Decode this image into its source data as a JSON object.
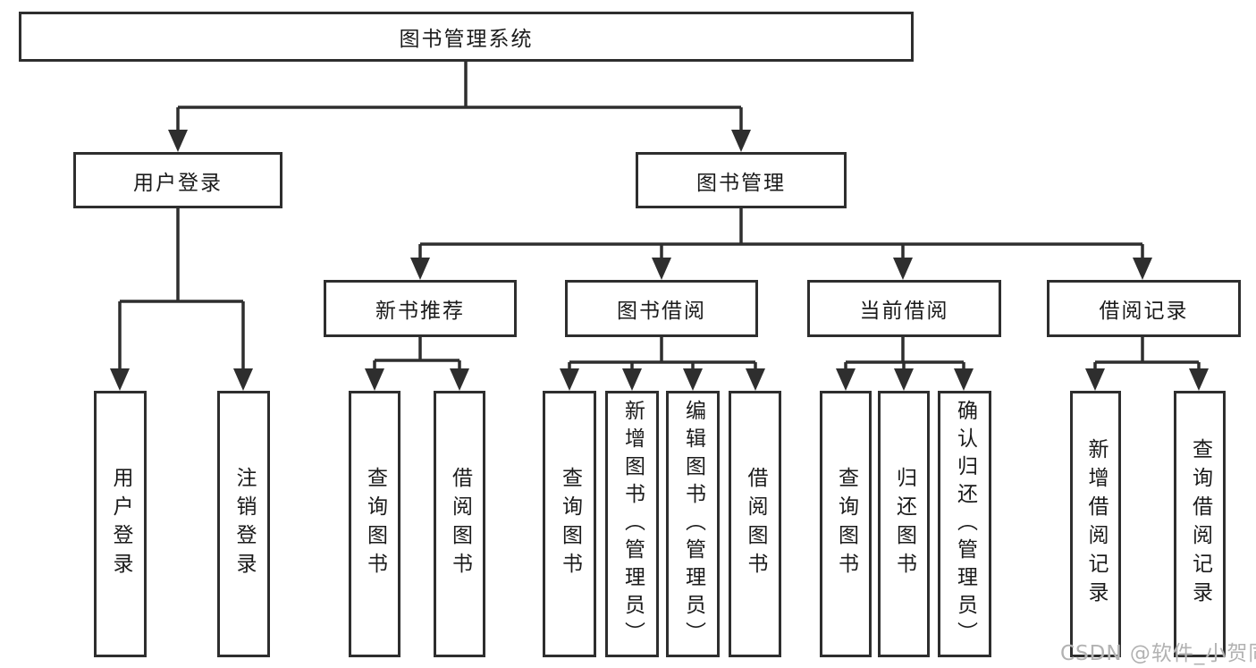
{
  "tree": {
    "label": "图书管理系统",
    "children": [
      {
        "label": "用户登录",
        "children": [
          {
            "label": "用户登录"
          },
          {
            "label": "注销登录"
          }
        ]
      },
      {
        "label": "图书管理",
        "children": [
          {
            "label": "新书推荐",
            "children": [
              {
                "label": "查询图书"
              },
              {
                "label": "借阅图书"
              }
            ]
          },
          {
            "label": "图书借阅",
            "children": [
              {
                "label": "查询图书"
              },
              {
                "label": "新增图书（管理员）"
              },
              {
                "label": "编辑图书（管理员）"
              },
              {
                "label": "借阅图书"
              }
            ]
          },
          {
            "label": "当前借阅",
            "children": [
              {
                "label": "查询图书"
              },
              {
                "label": "归还图书"
              },
              {
                "label": "确认归还（管理员）"
              }
            ]
          },
          {
            "label": "借阅记录",
            "children": [
              {
                "label": "新增借阅记录"
              },
              {
                "label": "查询借阅记录"
              }
            ]
          }
        ]
      }
    ]
  },
  "watermark": "CSDN @软件_小贺同学",
  "colors": {
    "line": "#2e2e2e",
    "text": "#1b1b1b",
    "watermark": "#b2b2b2",
    "background": "#ffffff"
  }
}
